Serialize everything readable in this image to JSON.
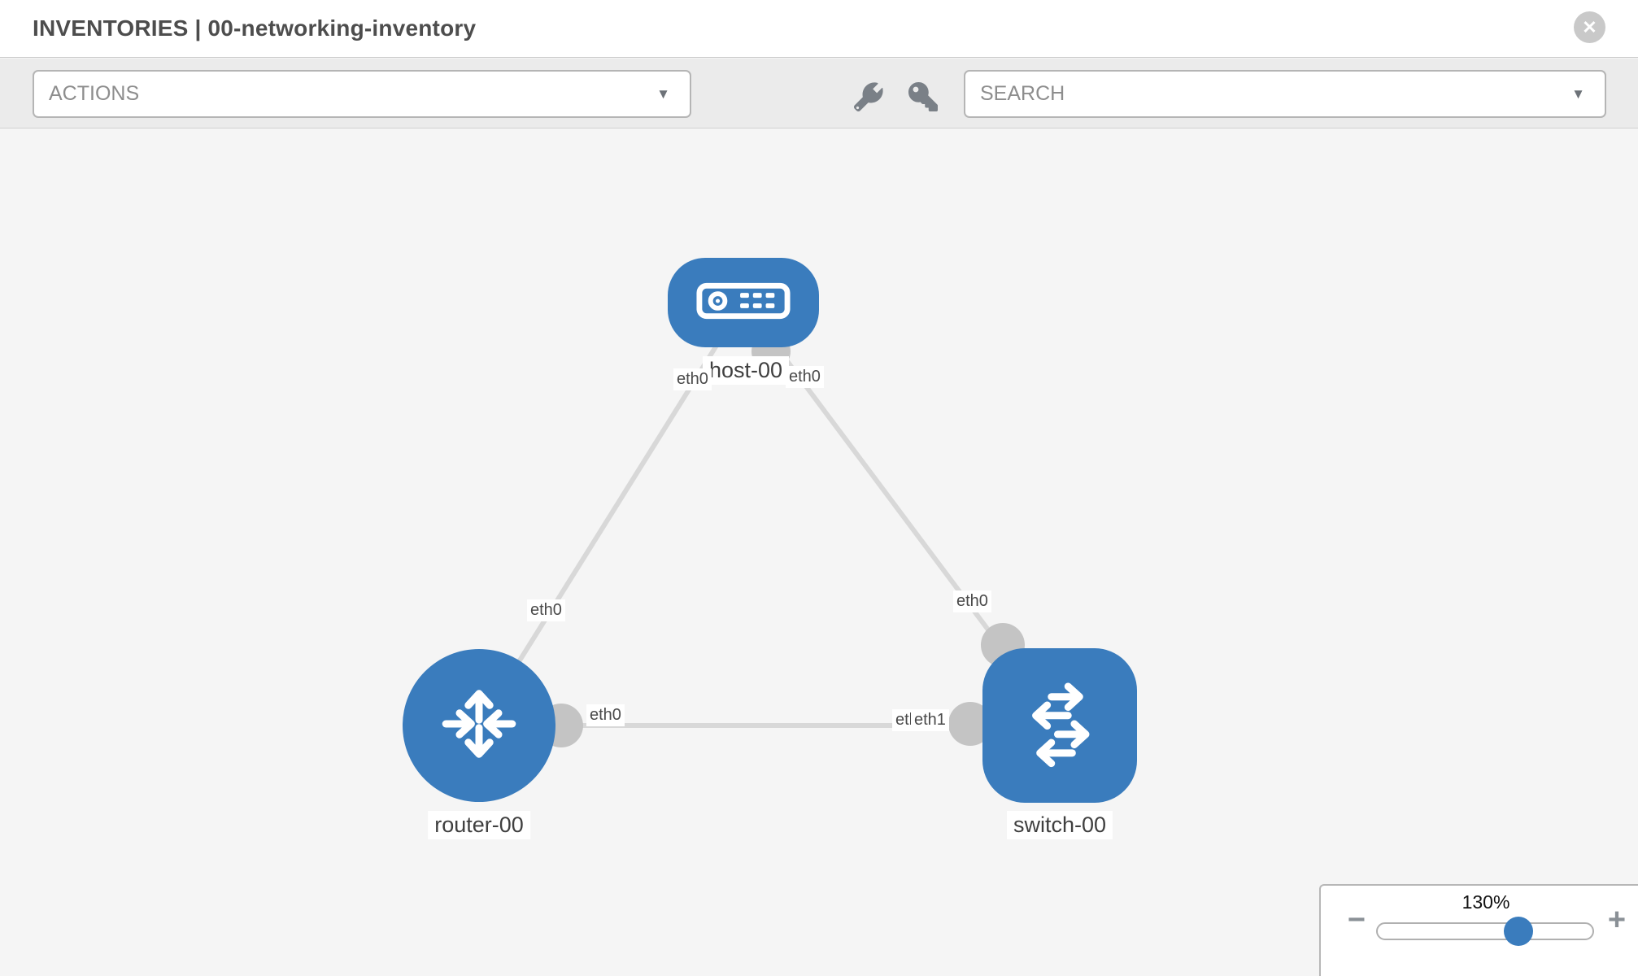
{
  "header": {
    "title": "INVENTORIES | 00-networking-inventory"
  },
  "toolbar": {
    "actions_label": "ACTIONS",
    "search_placeholder": "SEARCH"
  },
  "glyphs": {
    "close": "✕",
    "caret": "▼",
    "minus": "−",
    "plus": "+"
  },
  "canvas": {
    "nodes": [
      {
        "id": "host-00",
        "label": "host-00",
        "type": "host"
      },
      {
        "id": "router-00",
        "label": "router-00",
        "type": "router"
      },
      {
        "id": "switch-00",
        "label": "switch-00",
        "type": "switch"
      }
    ],
    "links": [
      {
        "source": "host-00",
        "target": "router-00",
        "source_interface": "eth0",
        "target_interface": "eth0"
      },
      {
        "source": "host-00",
        "target": "switch-00",
        "source_interface": "eth0",
        "target_interface": "eth0"
      },
      {
        "source": "router-00",
        "target": "switch-00",
        "source_interface": "eth0",
        "target_interface": "eth1",
        "target_overlapped_label": "eth0"
      }
    ]
  },
  "zoom_control": {
    "level": "130%"
  },
  "colors": {
    "node_blue": "#3a7cbd",
    "link_gray": "#d8d8d8",
    "connector_gray": "#c4c4c4",
    "canvas_bg": "#f5f5f5",
    "toolbar_bg": "#ebebeb"
  }
}
